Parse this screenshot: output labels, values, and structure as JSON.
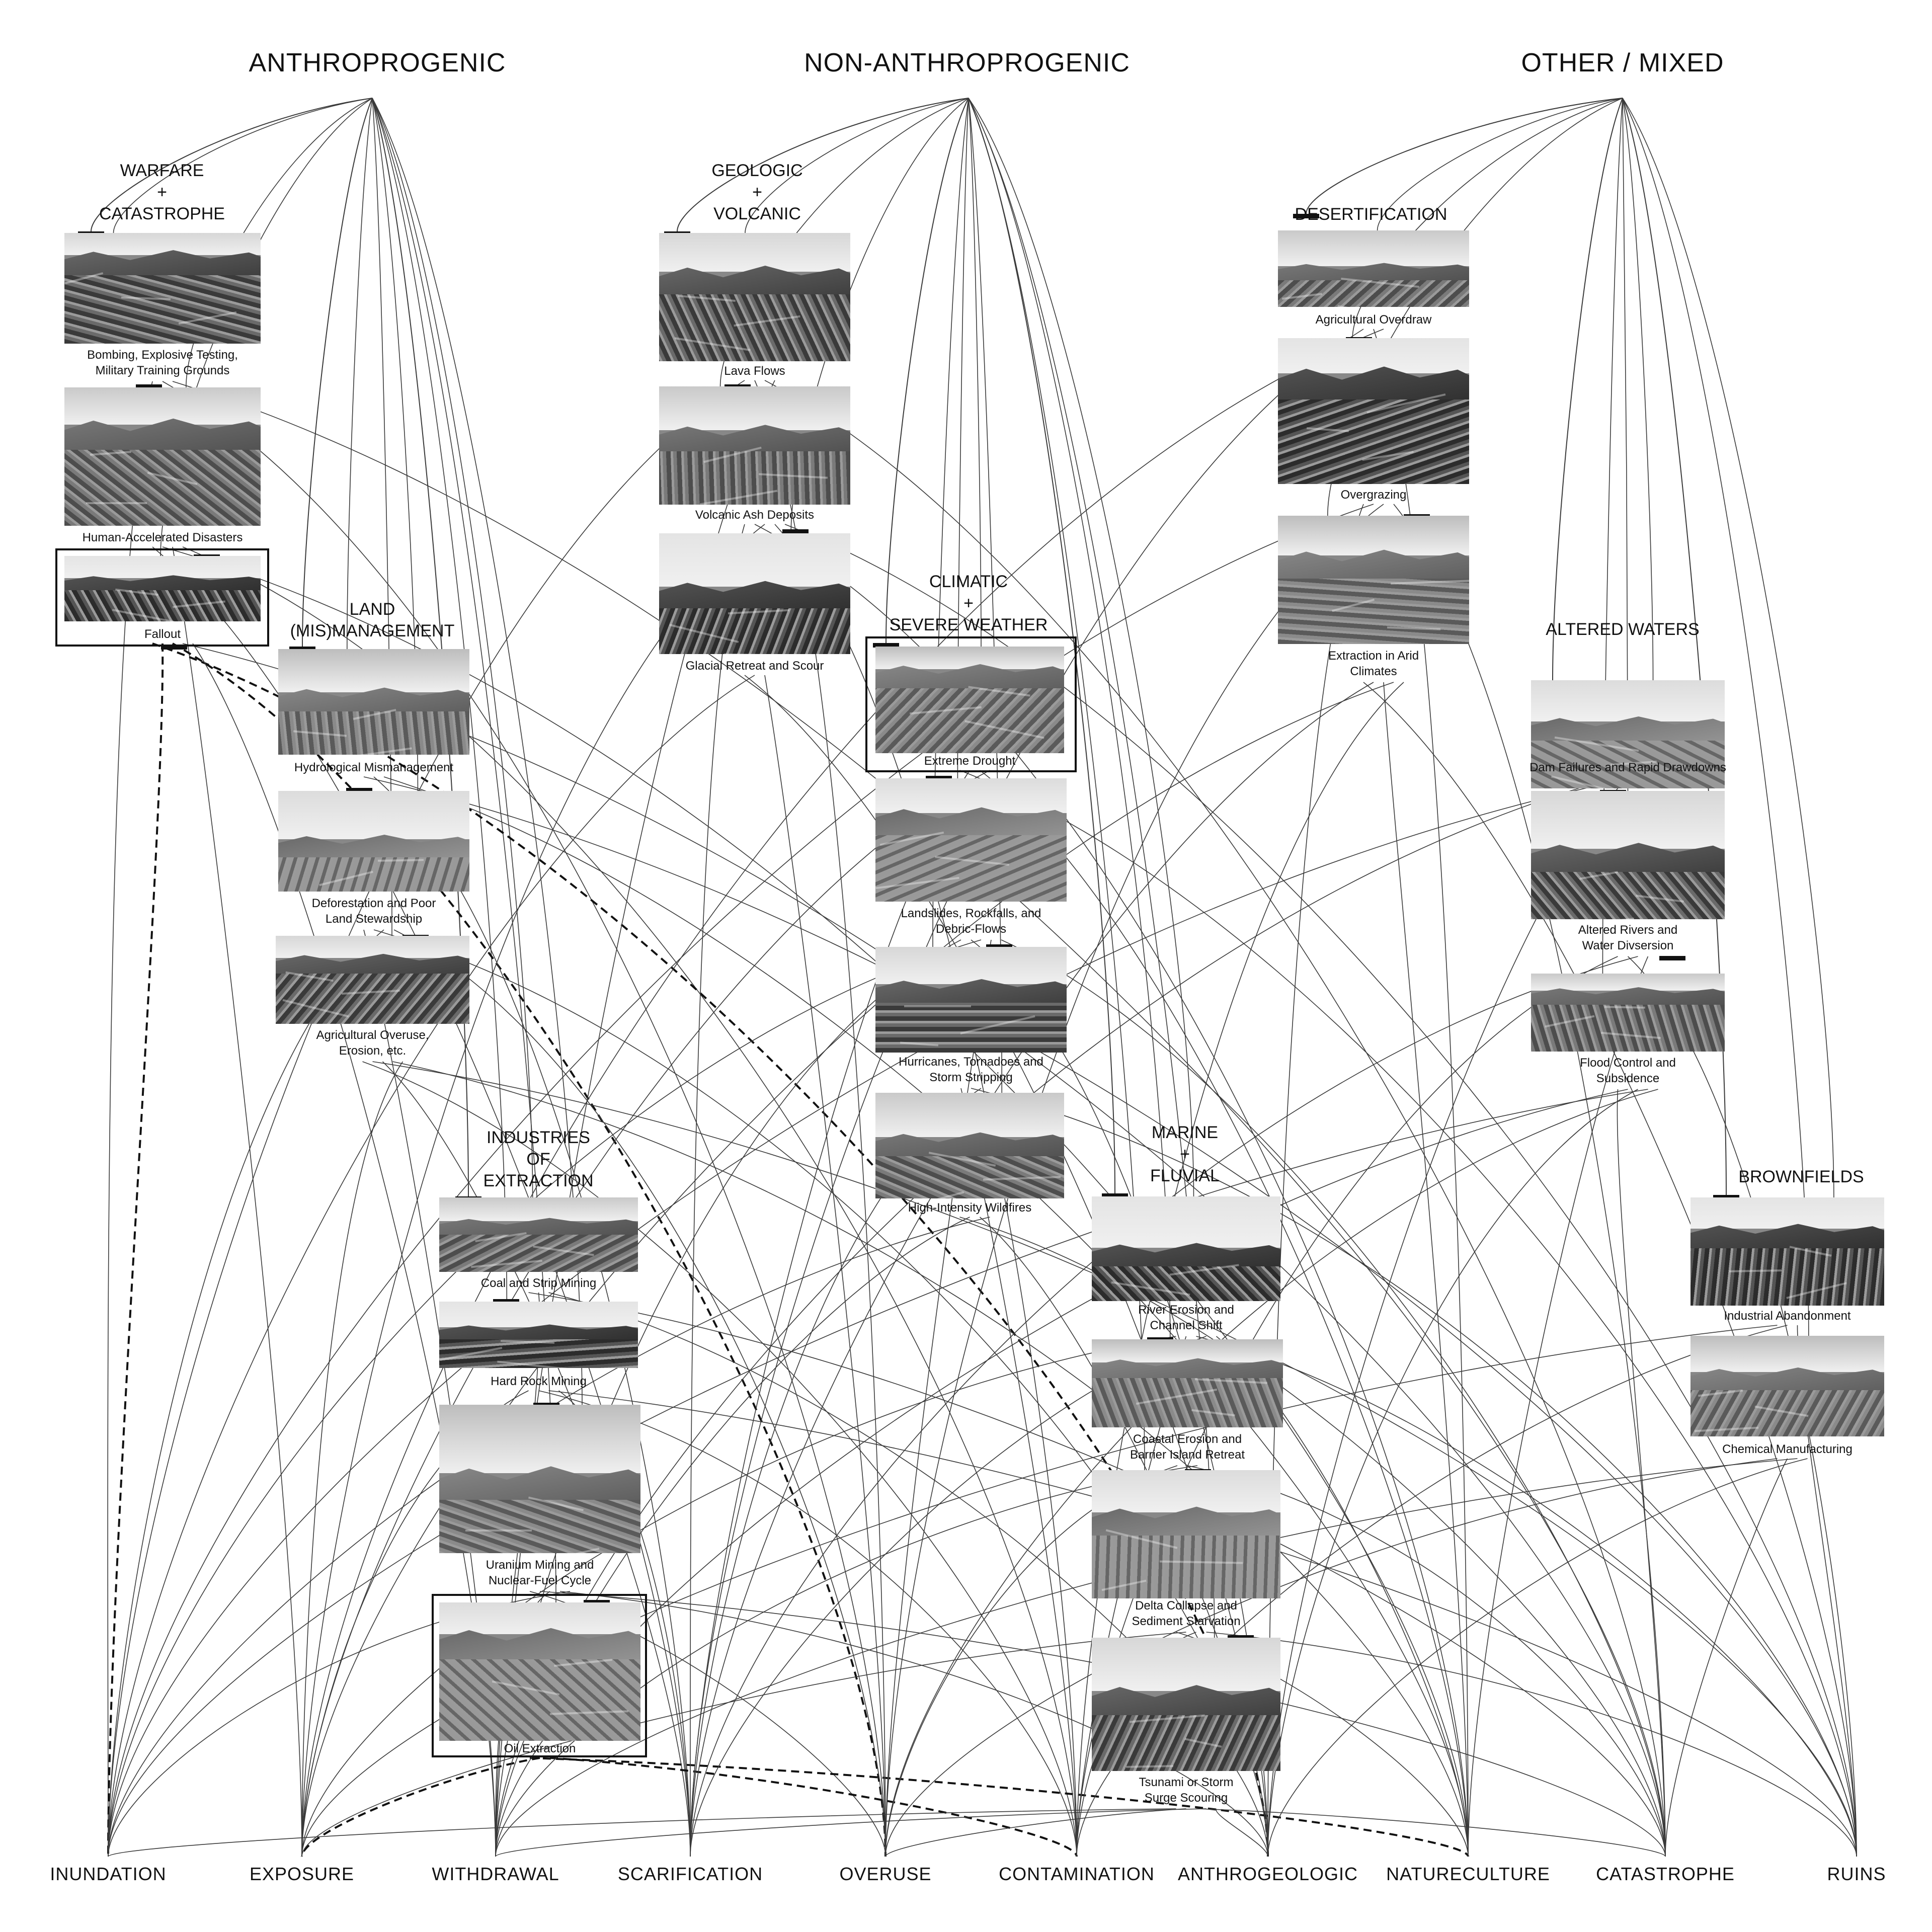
{
  "categories": [
    {
      "id": "anthro",
      "label": "ANTHROPROGENIC"
    },
    {
      "id": "nonanthro",
      "label": "NON-ANTHROPROGENIC"
    },
    {
      "id": "other",
      "label": "OTHER / MIXED"
    }
  ],
  "groups": [
    {
      "id": "warfare",
      "lines": [
        "WARFARE",
        "+",
        "CATASTROPHE"
      ]
    },
    {
      "id": "land",
      "lines": [
        "LAND",
        "(MIS)MANAGEMENT"
      ]
    },
    {
      "id": "extraction",
      "lines": [
        "INDUSTRIES",
        "OF",
        "EXTRACTION"
      ]
    },
    {
      "id": "geologic",
      "lines": [
        "GEOLOGIC",
        "+",
        "VOLCANIC"
      ]
    },
    {
      "id": "climatic",
      "lines": [
        "CLIMATIC",
        "+",
        "SEVERE WEATHER"
      ]
    },
    {
      "id": "marine",
      "lines": [
        "MARINE",
        "+",
        "FLUVIAL"
      ]
    },
    {
      "id": "desert",
      "lines": [
        "DESERTIFICATION"
      ]
    },
    {
      "id": "waters",
      "lines": [
        "ALTERED WATERS"
      ]
    },
    {
      "id": "brown",
      "lines": [
        "BROWNFIELDS"
      ]
    }
  ],
  "items": [
    {
      "id": "bombing",
      "lines": [
        "Bombing, Explosive Testing,",
        "Military Training Grounds"
      ]
    },
    {
      "id": "humanacc",
      "lines": [
        "Human-Accelerated Disasters"
      ]
    },
    {
      "id": "fallout",
      "lines": [
        "Fallout"
      ]
    },
    {
      "id": "hydro",
      "lines": [
        "Hydrological Mismanagement"
      ]
    },
    {
      "id": "deforest",
      "lines": [
        "Deforestation and Poor",
        "Land Stewardship"
      ]
    },
    {
      "id": "agover",
      "lines": [
        "Agricultural Overuse,",
        "Erosion, etc."
      ]
    },
    {
      "id": "coal",
      "lines": [
        "Coal and Strip Mining"
      ]
    },
    {
      "id": "hardrock",
      "lines": [
        "Hard Rock Mining"
      ]
    },
    {
      "id": "uranium",
      "lines": [
        "Uranium Mining and",
        "Nuclear-Fuel Cycle"
      ]
    },
    {
      "id": "oil",
      "lines": [
        "Oil Extraction"
      ]
    },
    {
      "id": "lava",
      "lines": [
        "Lava Flows"
      ]
    },
    {
      "id": "ash",
      "lines": [
        "Volcanic Ash Deposits"
      ]
    },
    {
      "id": "glacial",
      "lines": [
        "Glacial Retreat and Scour"
      ]
    },
    {
      "id": "drought",
      "lines": [
        "Extreme Drought"
      ]
    },
    {
      "id": "landslide",
      "lines": [
        "Landslides, Rockfalls, and",
        "Debric-Flows"
      ]
    },
    {
      "id": "hurricane",
      "lines": [
        "Hurricanes, Tornadoes and",
        "Storm Stripping"
      ]
    },
    {
      "id": "wildfire",
      "lines": [
        "High-Intensity Wildfires"
      ]
    },
    {
      "id": "river",
      "lines": [
        "River Erosion and",
        "Channel Shift"
      ]
    },
    {
      "id": "coastal",
      "lines": [
        "Coastal Erosion and",
        "Barrier Island Retreat"
      ]
    },
    {
      "id": "delta",
      "lines": [
        "Delta Collapse and",
        "Sediment Starvation"
      ]
    },
    {
      "id": "tsunami",
      "lines": [
        "Tsunami or Storm",
        "Surge Scouring"
      ]
    },
    {
      "id": "agoverdraw",
      "lines": [
        "Agricultural Overdraw"
      ]
    },
    {
      "id": "overgrazing",
      "lines": [
        "Overgrazing"
      ]
    },
    {
      "id": "arid",
      "lines": [
        "Extraction in Arid",
        "Climates"
      ]
    },
    {
      "id": "dam",
      "lines": [
        "Dam Failures and Rapid Drawdowns"
      ]
    },
    {
      "id": "rivers",
      "lines": [
        "Altered Rivers and",
        "Water Divsersion"
      ]
    },
    {
      "id": "flood",
      "lines": [
        "Flood Control and",
        "Subsidence"
      ]
    },
    {
      "id": "industrial",
      "lines": [
        "Industrial Abandonment"
      ]
    },
    {
      "id": "chemical",
      "lines": [
        "Chemical Manufacturing"
      ]
    }
  ],
  "terminals": [
    {
      "id": "inundation",
      "label": "INUNDATION"
    },
    {
      "id": "exposure",
      "label": "EXPOSURE"
    },
    {
      "id": "withdrawal",
      "label": "WITHDRAWAL"
    },
    {
      "id": "scarification",
      "label": "SCARIFICATION"
    },
    {
      "id": "overuse",
      "label": "OVERUSE"
    },
    {
      "id": "contamination",
      "label": "CONTAMINATION"
    },
    {
      "id": "anthrogeologic",
      "label": "ANTHROGEOLOGIC"
    },
    {
      "id": "natureculture",
      "label": "NATURECULTURE"
    },
    {
      "id": "catastrophe",
      "label": "CATASTROPHE"
    },
    {
      "id": "ruins",
      "label": "RUINS"
    }
  ],
  "highlighted": [
    "fallout",
    "drought",
    "oil"
  ],
  "dashed_paths_from": [
    "fallout",
    "oil"
  ],
  "colors": {
    "ink": "#111111",
    "background": "#ffffff",
    "line": "#333333"
  }
}
